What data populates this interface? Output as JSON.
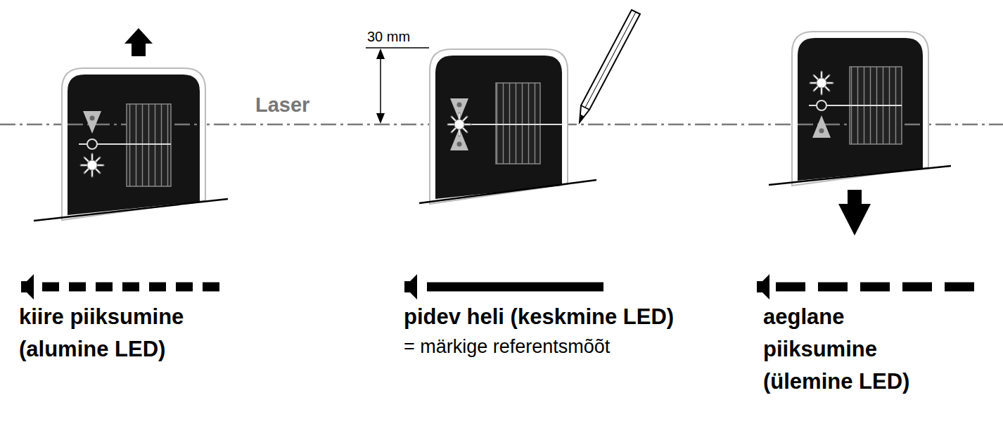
{
  "diagram": {
    "labels": [
      "30 mm",
      "Laser",
      "kiire piiksumine (alumine LED)",
      "pidev heli (keskmine LED)",
      "= märkige referentsmõõt",
      "aeglane piiksumine (ülemine LED)"
    ]
  }
}
